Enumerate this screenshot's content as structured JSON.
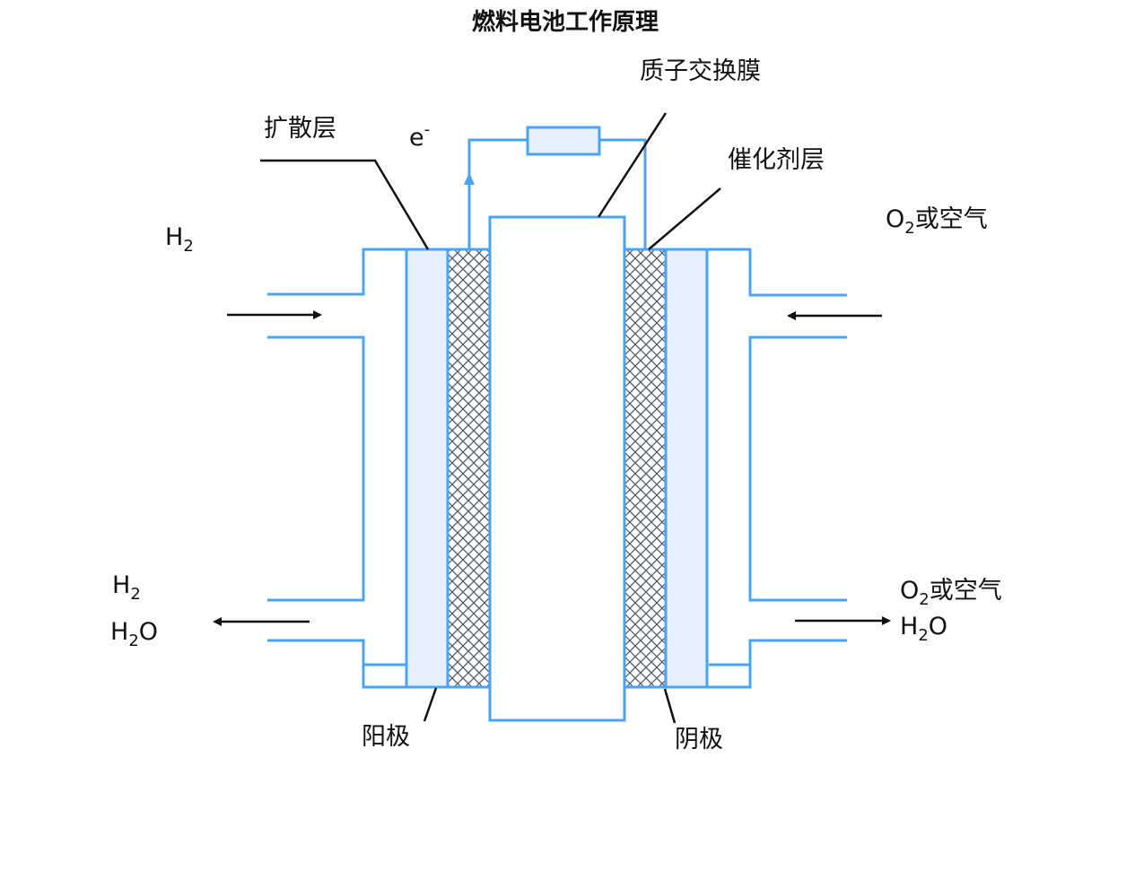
{
  "title": "燃料电池工作原理",
  "labels": {
    "membrane": "质子交换膜",
    "diffusion_layer": "扩散层",
    "catalyst_layer": "催化剂层",
    "electron": "e",
    "electron_sup": "-",
    "anode": "阳极",
    "cathode": "阴极"
  },
  "inlets": {
    "left_in": {
      "base": "H",
      "sub": "2"
    },
    "right_in": {
      "base": "O",
      "sub": "2",
      "suffix": "或空气"
    }
  },
  "outlets": {
    "left_out_line1": {
      "base": "H",
      "sub": "2"
    },
    "left_out_line2": {
      "base": "H",
      "sub": "2",
      "suffix": "O"
    },
    "right_out_line1": {
      "base": "O",
      "sub": "2",
      "suffix": "或空气"
    },
    "right_out_line2": {
      "base": "H",
      "sub": "2",
      "suffix": "O"
    }
  },
  "colors": {
    "outline": "#4ba3f5",
    "layer_fill": "#e4f1fd",
    "ink": "#111111"
  }
}
